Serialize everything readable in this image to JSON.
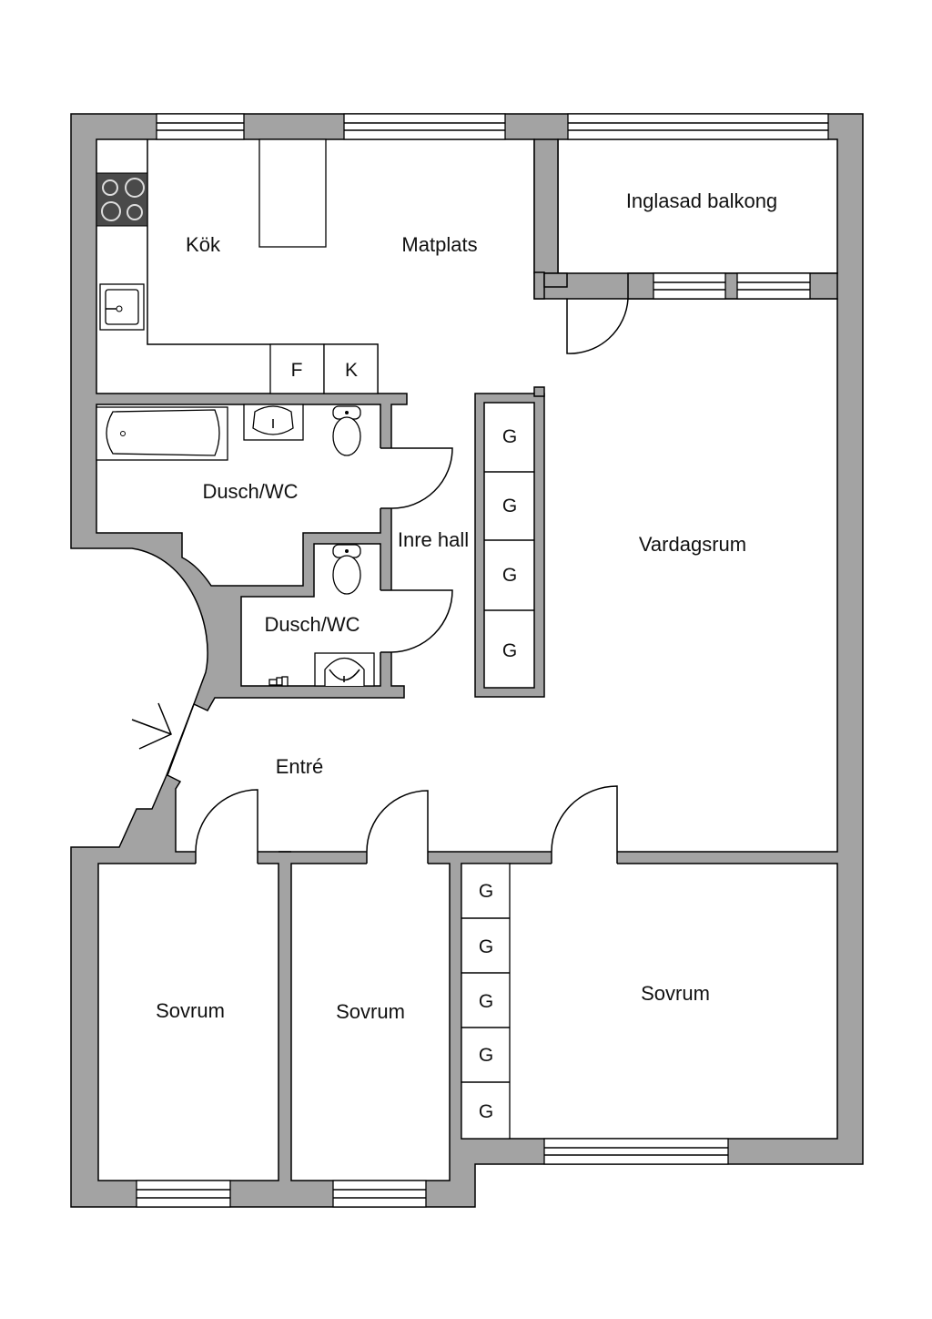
{
  "rooms": {
    "kok": "Kök",
    "matplats": "Matplats",
    "balkong": "Inglasad balkong",
    "dusch1": "Dusch/WC",
    "dusch2": "Dusch/WC",
    "inre_hall": "Inre hall",
    "vardagsrum": "Vardagsrum",
    "entre": "Entré",
    "sovrum1": "Sovrum",
    "sovrum2": "Sovrum",
    "sovrum3": "Sovrum"
  },
  "appliances": {
    "fridge": "F",
    "freezer": "K"
  },
  "closet_label": "G",
  "closets_hall_count": 4,
  "closets_bedroom_count": 5,
  "colors": {
    "wall": "#a3a3a3",
    "line": "#000000",
    "floor": "#ffffff"
  }
}
